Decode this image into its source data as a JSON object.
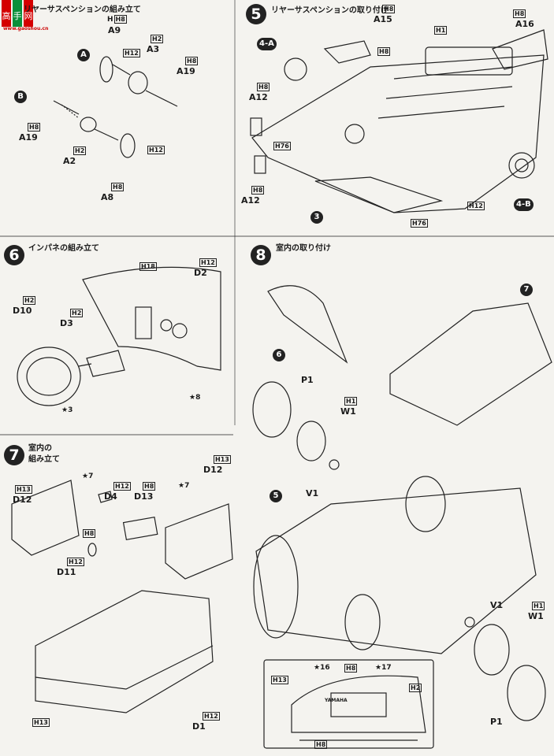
{
  "watermark": {
    "logo": "高手网",
    "url": "www.gaoshou.cn"
  },
  "step4": {
    "title": "リヤーサスペンションの組み立て",
    "parts": [
      "A9",
      "A3",
      "A19",
      "A2",
      "A19",
      "A8"
    ],
    "sets": [
      "A",
      "B"
    ],
    "boxes": [
      "H8",
      "H2",
      "H12",
      "H8",
      "H2",
      "H8",
      "H12",
      "H8"
    ]
  },
  "step5": {
    "number": "5",
    "title": "リヤーサスペンションの取り付け",
    "parts": [
      "A15",
      "A16",
      "A12",
      "A12"
    ],
    "refs": [
      "4-A",
      "4-B"
    ],
    "sub_step": "3",
    "boxes": [
      "H8",
      "H1",
      "H8",
      "H8",
      "H8",
      "H76",
      "H8",
      "H12",
      "H76"
    ]
  },
  "step6": {
    "number": "6",
    "title": "インパネの組み立て",
    "parts": [
      "D10",
      "D3",
      "D2"
    ],
    "boxes": [
      "H18",
      "H12",
      "H2",
      "H2"
    ],
    "decals": [
      "3",
      "8"
    ]
  },
  "step7": {
    "number": "7",
    "title_line1": "室内の",
    "title_line2": "組み立て",
    "parts": [
      "D12",
      "D4",
      "D13",
      "D12",
      "D11",
      "D1"
    ],
    "boxes": [
      "H13",
      "H12",
      "H8",
      "H8",
      "H12",
      "H13",
      "H13",
      "H12"
    ],
    "decals": [
      "7",
      "7"
    ]
  },
  "step8": {
    "number": "8",
    "title": "室内の取り付け",
    "parts": [
      "P1",
      "W1",
      "V1",
      "V1",
      "W1",
      "P1"
    ],
    "sub_steps": [
      "7",
      "6",
      "5"
    ],
    "boxes": [
      "H1",
      "H1"
    ]
  },
  "inset": {
    "boxes": [
      "H13",
      "H8",
      "H2",
      "H8"
    ],
    "decals": [
      "16",
      "17"
    ],
    "label": "YAMAHA"
  }
}
